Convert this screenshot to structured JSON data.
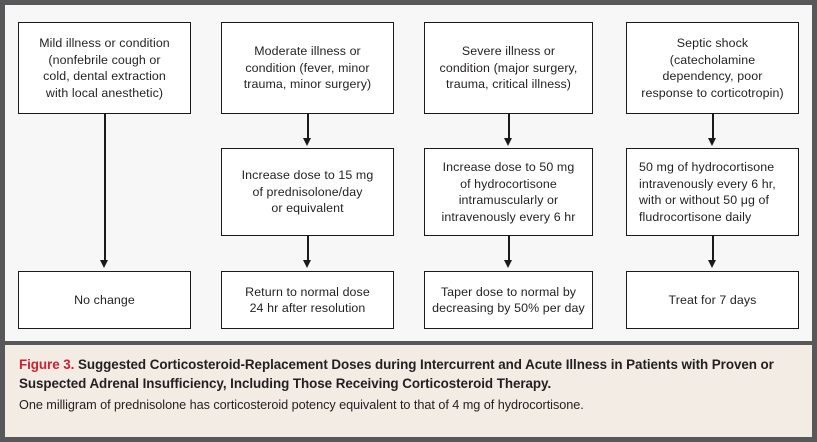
{
  "figure": {
    "columns": [
      {
        "id": "mild",
        "top_box": "Mild illness or condition\n(nonfebrile cough or\ncold, dental extraction\nwith local anesthetic)",
        "middle_box": null,
        "bottom_box": "No change"
      },
      {
        "id": "moderate",
        "top_box": "Moderate illness or\ncondition (fever, minor\ntrauma, minor surgery)",
        "middle_box": "Increase dose to 15 mg\nof prednisolone/day\nor equivalent",
        "bottom_box": "Return to normal dose\n24 hr after resolution"
      },
      {
        "id": "severe",
        "top_box": "Severe illness or\ncondition (major surgery,\ntrauma, critical illness)",
        "middle_box": "Increase dose to 50 mg\nof hydrocortisone\nintramuscularly or\nintravenously every 6 hr",
        "bottom_box": "Taper dose to normal by\ndecreasing by 50% per day"
      },
      {
        "id": "septic-shock",
        "top_box": "Septic shock\n(catecholamine\ndependency, poor\nresponse to corticotropin)",
        "middle_box": "50 mg of hydrocortisone\nintravenously every 6 hr,\nwith or without 50 μg of\nfludrocortisone daily",
        "bottom_box": "Treat for 7 days"
      }
    ]
  },
  "caption": {
    "figure_number": "Figure 3.",
    "title": " Suggested Corticosteroid-Replacement Doses during Intercurrent and Acute Illness in Patients with Proven or Suspected Adrenal Insufficiency, Including Those Receiving Corticosteroid Therapy.",
    "body": "One milligram of prednisolone has corticosteroid potency equivalent to that of 4 mg of hydrocortisone."
  },
  "colors": {
    "frame": "#58585a",
    "caption_background": "#f2ece5",
    "figure_number_red": "#cf2030",
    "box_border": "#1a1a1a",
    "diagram_background": "#f7f7f7"
  }
}
